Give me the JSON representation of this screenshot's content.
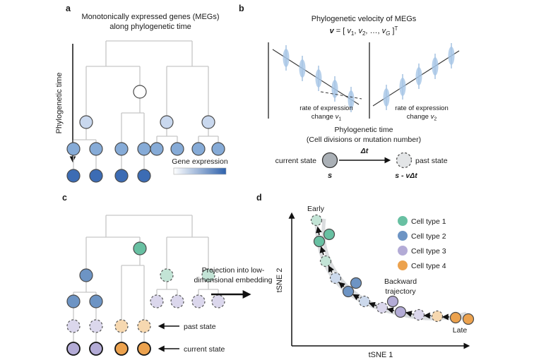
{
  "palette": {
    "tree_line": "#c6c6c6",
    "expr_white": "#ffffff",
    "expr_light": "#c9d8ee",
    "expr_mid": "#86abd7",
    "expr_dark": "#3c6cb4",
    "green": "#68c0a2",
    "green_pale": "#c3e4d6",
    "blue": "#6d94c4",
    "blue_pale": "#ccd9ec",
    "purple": "#b3abd6",
    "purple_pale": "#dbd7ec",
    "orange": "#eca24e",
    "orange_pale": "#f6d8b0",
    "violin": "#a6c6e6",
    "gray_state": "#aab0b6",
    "gray_state_pale": "#e3e5e7",
    "ribbon": "#d9dbdd",
    "ink": "#1a1a1a"
  },
  "panel_a": {
    "label": "a",
    "title_line1": "Monotonically expressed genes (MEGs)",
    "title_line2": "along phylogenetic time",
    "y_axis": "Phylogenetic time",
    "colorbar_label": "Gene expression"
  },
  "panel_b": {
    "label": "b",
    "title": "Phylogenetic velocity of MEGs",
    "equation": {
      "v": "v",
      "open": " = [ ",
      "v1": "v",
      "s1": "1",
      "c1": ", ",
      "v2": "v",
      "s2": "2",
      "dots": ", …, ",
      "vg": "v",
      "sg": "G",
      "close": " ]",
      "sup": "T"
    },
    "left_caption_line1": "rate of expression",
    "left_caption_line2": "change ",
    "left_caption_v": "v",
    "left_caption_sub": "1",
    "right_caption_line1": "rate of expression",
    "right_caption_line2": "change ",
    "right_caption_v": "v",
    "right_caption_sub": "2",
    "x_axis_line1": "Phylogenetic time",
    "x_axis_line2": "(Cell divisions or mutation number)",
    "current_state": "current state",
    "current_symbol": "s",
    "delta": "Δt",
    "past_state": "past state",
    "past_symbol": "s - vΔt"
  },
  "panel_c": {
    "label": "c",
    "past_state": "past state",
    "current_state": "current state"
  },
  "projection": {
    "line1": "Projection into low-",
    "line2": "dimensional embedding"
  },
  "panel_d": {
    "label": "d",
    "early": "Early",
    "late": "Late",
    "backward_line1": "Backward",
    "backward_line2": "trajectory",
    "x_axis": "tSNE 1",
    "y_axis": "tSNE 2",
    "legend": [
      {
        "label": "Cell type 1",
        "color": "#68c0a2"
      },
      {
        "label": "Cell type 2",
        "color": "#6d94c4"
      },
      {
        "label": "Cell type 3",
        "color": "#b3abd6"
      },
      {
        "label": "Cell type 4",
        "color": "#eca24e"
      }
    ]
  }
}
